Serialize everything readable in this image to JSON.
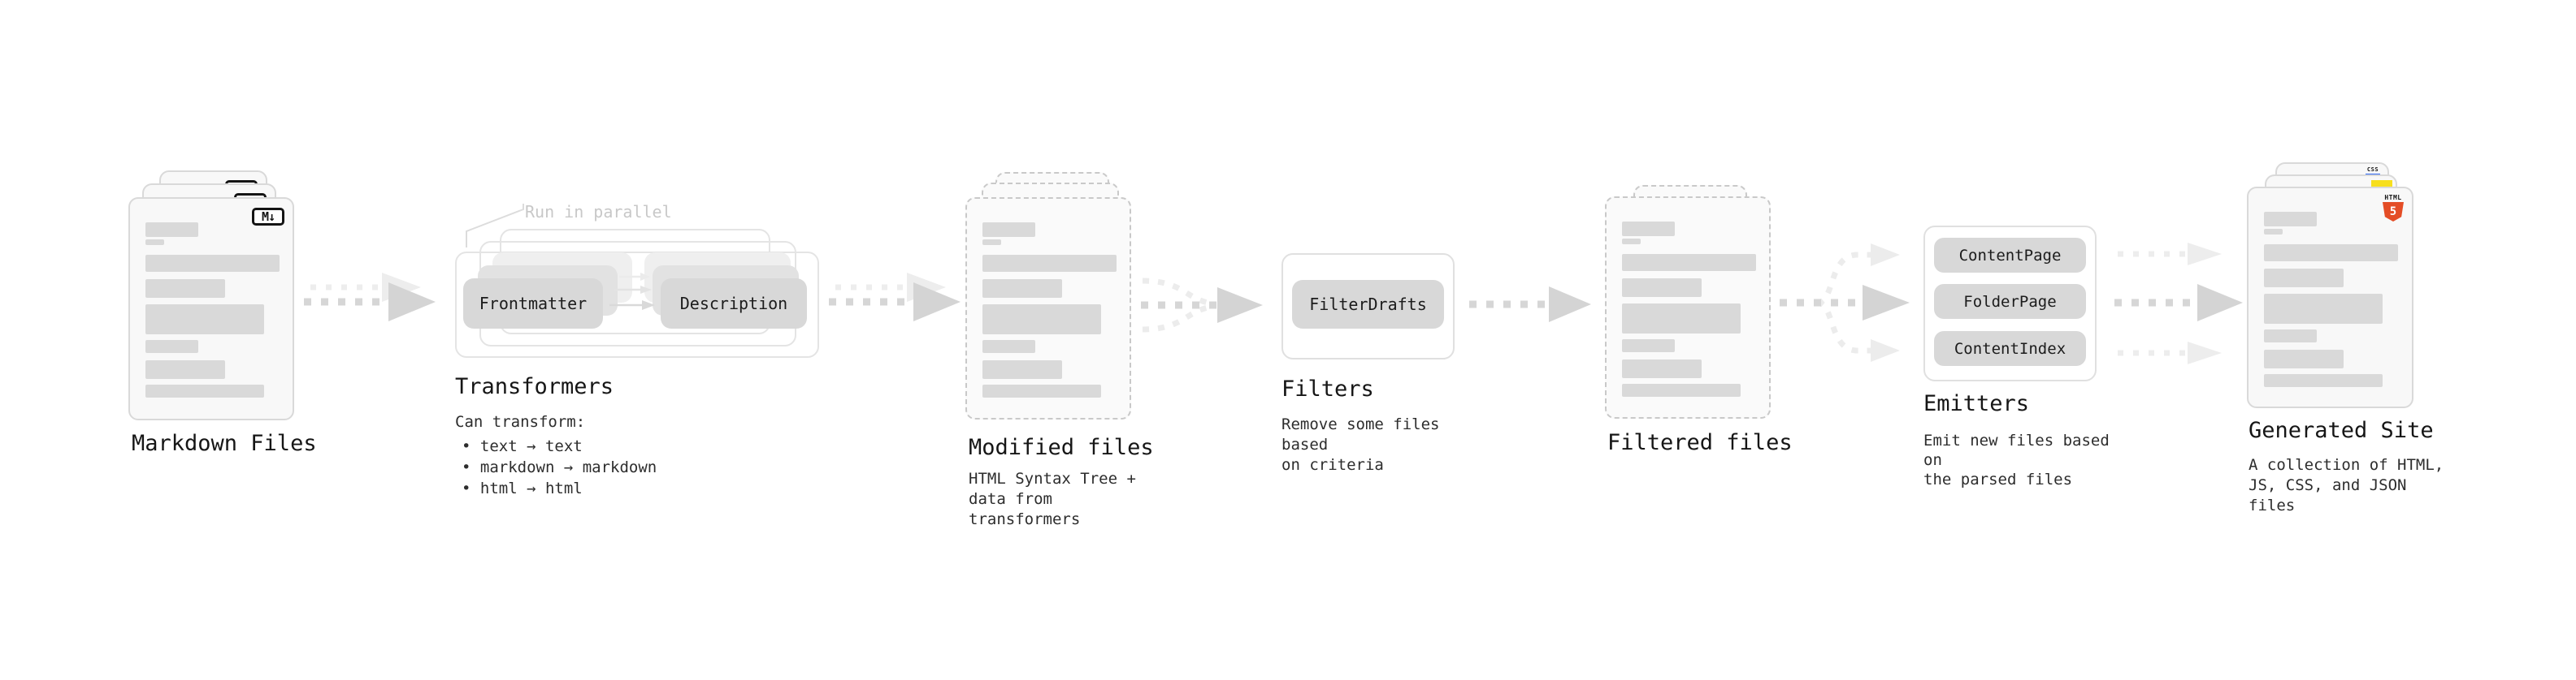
{
  "diagram": {
    "stages": {
      "markdown": {
        "title": "Markdown Files"
      },
      "transformers": {
        "annotation": "Run in parallel",
        "nodes": [
          "Frontmatter",
          "Description"
        ],
        "title": "Transformers",
        "desc_heading": "Can transform:",
        "bullets": [
          "• text → text",
          "• markdown → markdown",
          "• html → html"
        ]
      },
      "modified": {
        "title": "Modified files",
        "subtitle": "HTML Syntax Tree +\ndata from transformers"
      },
      "filters": {
        "node": "FilterDrafts",
        "title": "Filters",
        "subtitle": "Remove some files based\non criteria"
      },
      "filtered": {
        "title": "Filtered files"
      },
      "emitters": {
        "nodes": [
          "ContentPage",
          "FolderPage",
          "ContentIndex"
        ],
        "title": "Emitters",
        "subtitle": "Emit new files based on\nthe parsed files"
      },
      "generated": {
        "title": "Generated Site",
        "subtitle": "A collection of HTML,\nJS, CSS, and JSON files"
      }
    },
    "badges": {
      "markdown": "M↓",
      "html_word": "HTML",
      "html_number": "5",
      "css_word": "CSS"
    },
    "colors": {
      "html5_orange": "#e44d26",
      "js_yellow": "#f7df1e",
      "css_blue": "#2c65f1"
    }
  }
}
